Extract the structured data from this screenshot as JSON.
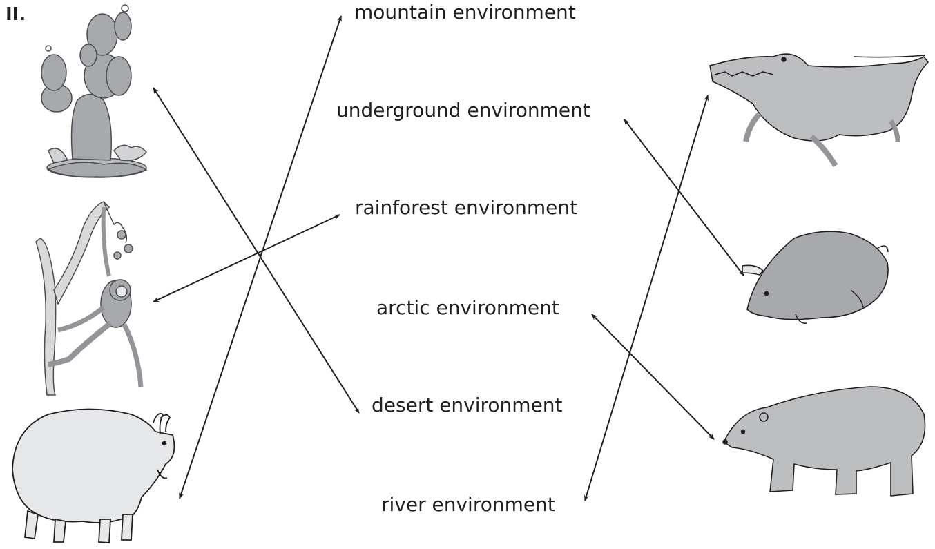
{
  "section_label": "II.",
  "environments": {
    "mountain": "mountain environment",
    "underground": "underground environment",
    "rainforest": "rainforest environment",
    "arctic": "arctic environment",
    "desert": "desert environment",
    "river": "river environment"
  },
  "animals": [
    {
      "name": "cactus",
      "matched_environment": "desert"
    },
    {
      "name": "monkey",
      "matched_environment": "rainforest"
    },
    {
      "name": "mountain-goat",
      "matched_environment": "mountain"
    },
    {
      "name": "alligator",
      "matched_environment": "river"
    },
    {
      "name": "mole",
      "matched_environment": "underground"
    },
    {
      "name": "polar-bear",
      "matched_environment": "arctic"
    }
  ],
  "colors": {
    "ink": "#231f20",
    "fill_light": "#d9d9d9",
    "fill_mid": "#a7a9ac",
    "fill_dark": "#939598"
  }
}
